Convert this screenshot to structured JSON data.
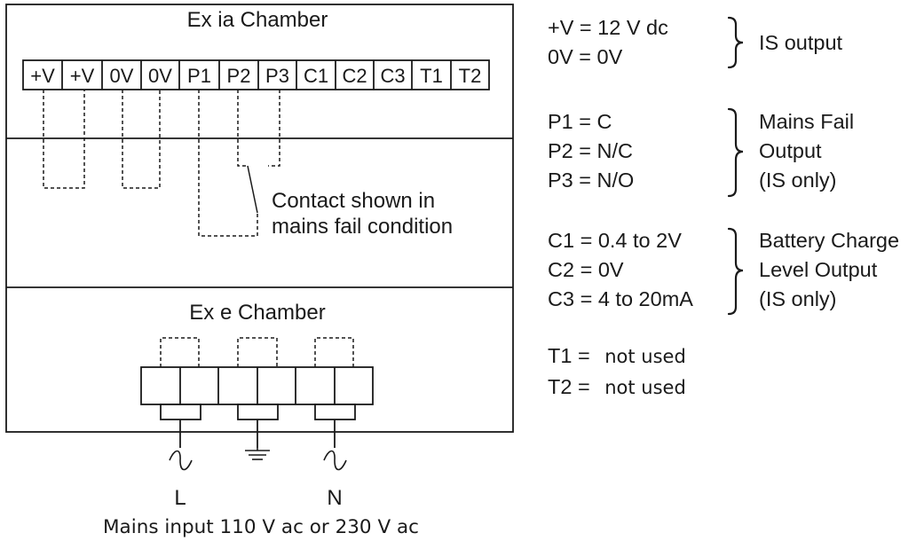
{
  "chambers": {
    "ia_title": "Ex ia Chamber",
    "e_title": "Ex e Chamber"
  },
  "terminals": [
    "+V",
    "+V",
    "0V",
    "0V",
    "P1",
    "P2",
    "P3",
    "C1",
    "C2",
    "C3",
    "T1",
    "T2"
  ],
  "contact_note": {
    "line1": "Contact shown in",
    "line2": "mains fail condition"
  },
  "mains": {
    "L_label": "L",
    "N_label": "N",
    "caption": "Mains input 110 V ac or 230 V ac",
    "symbols": [
      "ac-tilde-icon",
      "earth-ground-icon",
      "ac-tilde-icon"
    ]
  },
  "legend": {
    "is_output": {
      "lines": [
        "+V = 12 V dc",
        "0V = 0V"
      ],
      "group": [
        "IS output"
      ]
    },
    "mains_fail": {
      "lines": [
        "P1 = C",
        "P2 = N/C",
        "P3 = N/O"
      ],
      "group": [
        "Mains Fail",
        "Output",
        "(IS only)"
      ]
    },
    "battery": {
      "lines": [
        "C1 = 0.4 to 2V",
        "C2 = 0V",
        "C3 = 4 to 20mA"
      ],
      "group": [
        "Battery Charge",
        "Level Output",
        "(IS only)"
      ]
    },
    "unused": [
      {
        "key": "T1 =",
        "value": "not used"
      },
      {
        "key": "T2 =",
        "value": "not used"
      }
    ]
  },
  "colors": {
    "line": "#1a1a1a",
    "background": "#ffffff"
  }
}
